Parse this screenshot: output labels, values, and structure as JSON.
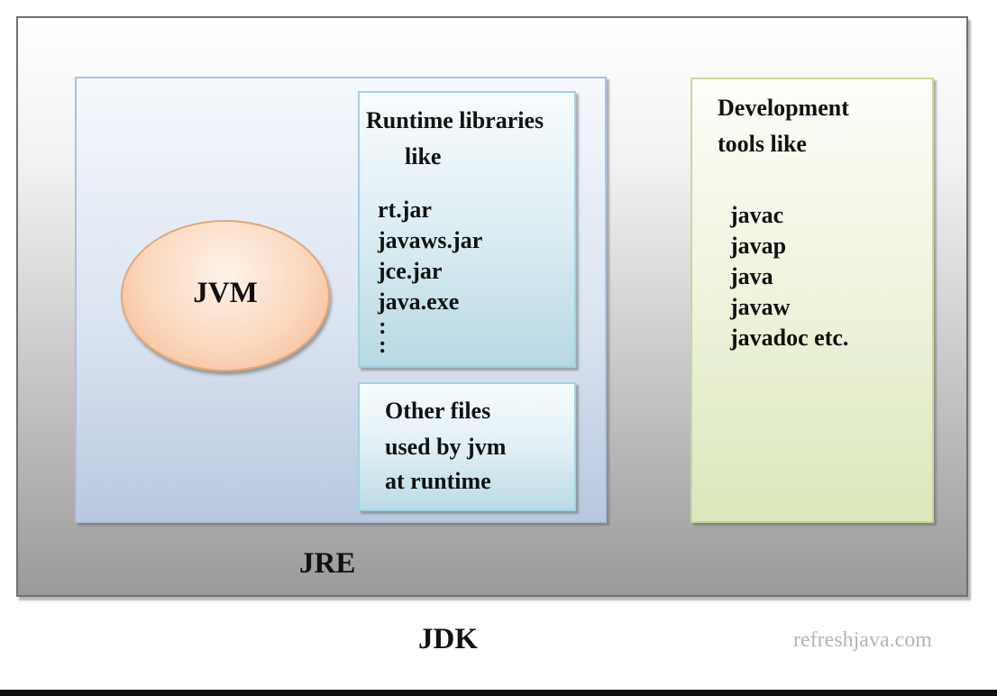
{
  "diagram": {
    "jdk_label": "JDK",
    "jre_label": "JRE",
    "jvm_label": "JVM",
    "runtime_libraries": {
      "heading_line1": "Runtime libraries",
      "heading_line2": "like",
      "items": [
        "rt.jar",
        "javaws.jar",
        "jce.jar",
        "java.exe",
        ":",
        ":"
      ]
    },
    "other_files": {
      "lines": [
        "Other files",
        "used by jvm",
        "at runtime"
      ]
    },
    "development_tools": {
      "heading_line1": "Development",
      "heading_line2": "tools like",
      "items": [
        "javac",
        "javap",
        "java",
        "javaw",
        "javadoc etc."
      ]
    },
    "watermark": "refreshjava.com"
  }
}
